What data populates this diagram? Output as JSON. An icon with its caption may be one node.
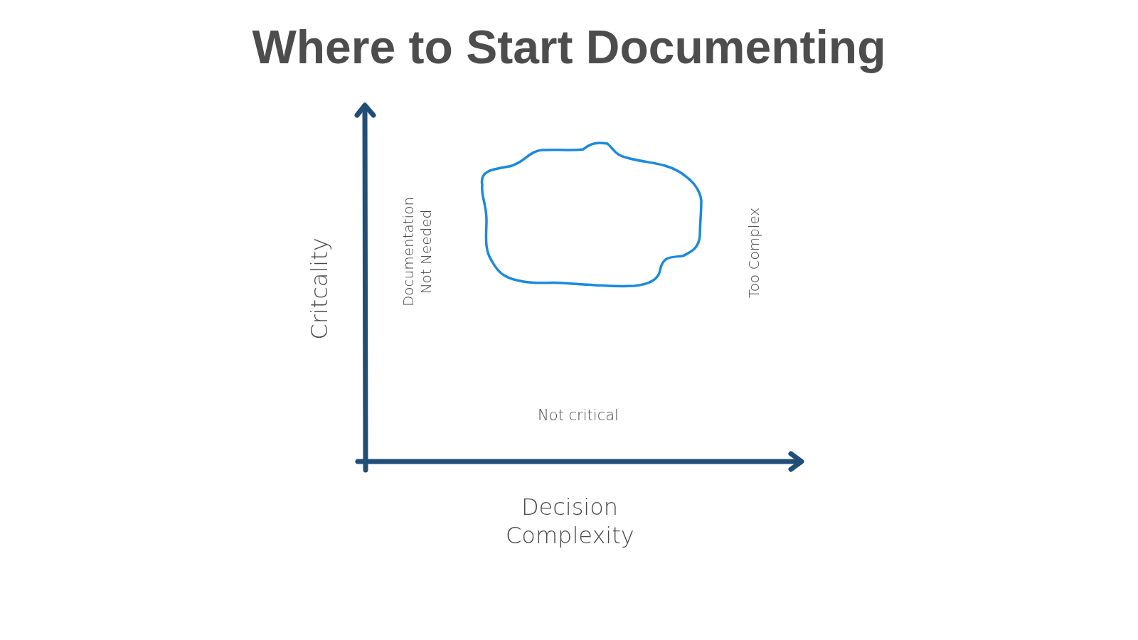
{
  "diagram": {
    "title": "Where to Start Documenting",
    "nodes": [
      {
        "text": [],
        "shape": "blob"
      }
    ],
    "labels": [
      "Critcality",
      "Documentation Not Needed",
      "Too Complex",
      "Not critical",
      "Decision Complexity"
    ]
  }
}
